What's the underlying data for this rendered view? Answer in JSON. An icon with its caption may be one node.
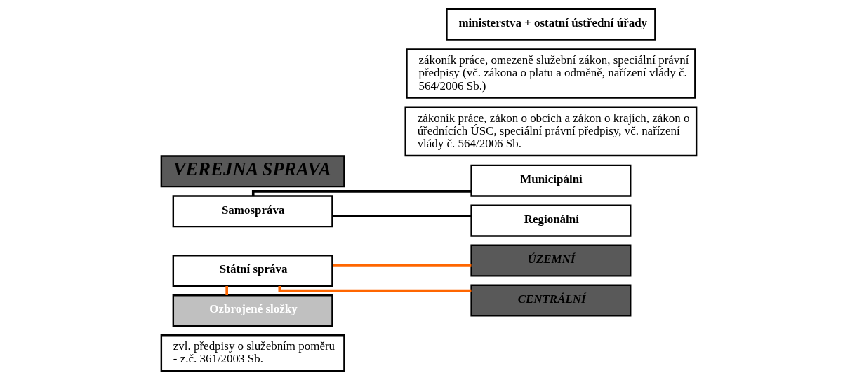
{
  "diagram": {
    "nodes": [
      {
        "text": [
          "VEREJNA SPRAVA"
        ]
      },
      {
        "text": [
          "Státní správa"
        ]
      },
      {
        "text": [
          "Samospráva"
        ]
      },
      {
        "text": [
          "Ozbrojené složky"
        ]
      },
      {
        "text": [
          "zvl. předpisy o služebním poměru - z.č. 361/2003 Sb."
        ]
      },
      {
        "text": [
          "CENTRÁLNÍ"
        ]
      },
      {
        "text": [
          "ministerstva + ostatní ústřední úřady"
        ]
      },
      {
        "text": [
          "zákoník práce, omezeně služební zákon, speciální právní předpisy (vč. zákona o platu a odměně, nařízení vlády č. 564/2006 Sb.)"
        ]
      },
      {
        "text": [
          "ÚZEMNÍ"
        ]
      },
      {
        "text": [
          "Regionální"
        ]
      },
      {
        "text": [
          "Municipální"
        ]
      },
      {
        "text": [
          "zákoník práce, zákon o obcích a zákon o krajích, zákon o úřednících ÚSC, speciální právní předpisy, vč. nařízení vlády č. 564/2006 Sb."
        ]
      }
    ],
    "edges": [
      {
        "from": 1,
        "to": 3,
        "arrow": "none"
      },
      {
        "from": 1,
        "to": 5,
        "arrow": "none"
      },
      {
        "from": 1,
        "to": 8,
        "arrow": "none"
      },
      {
        "from": 2,
        "to": 9,
        "arrow": "none",
        "color": "#000000"
      },
      {
        "from": 2,
        "to": 10,
        "arrow": "none",
        "color": "#000000"
      }
    ]
  }
}
